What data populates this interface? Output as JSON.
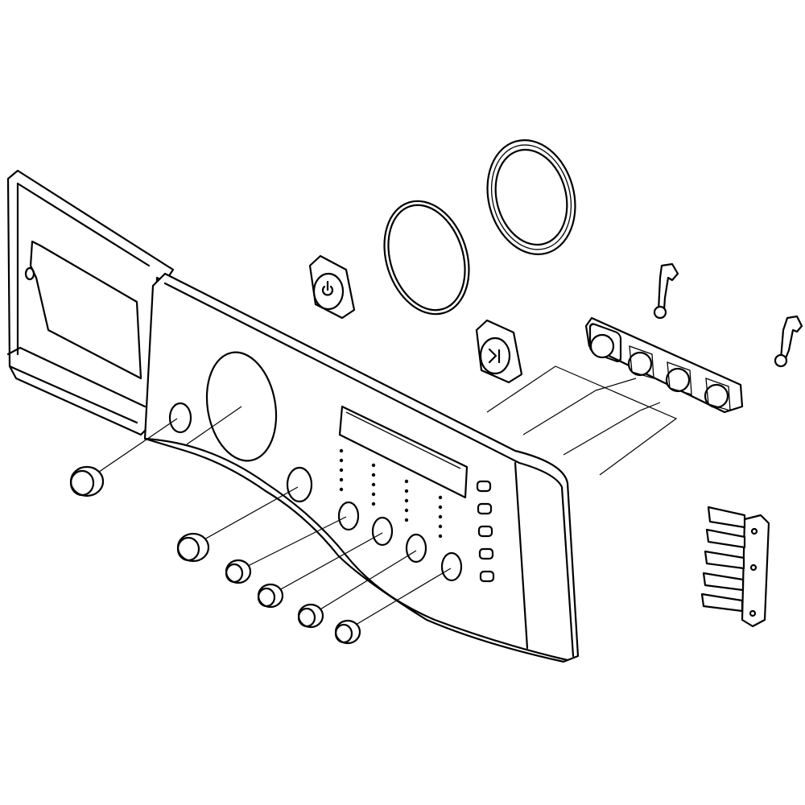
{
  "diagram": {
    "type": "exploded-parts-diagram",
    "subject": "control-panel-assembly",
    "line_color": "#000000",
    "background": "#ffffff",
    "parts": [
      "dispenser-drawer",
      "control-panel-fascia",
      "program-dial-window",
      "display-window",
      "knob-caps",
      "power-button",
      "start-pause-button",
      "dial-ring-inner",
      "dial-ring-outer",
      "button-strip",
      "lever-left",
      "lever-right",
      "connector-block"
    ]
  }
}
